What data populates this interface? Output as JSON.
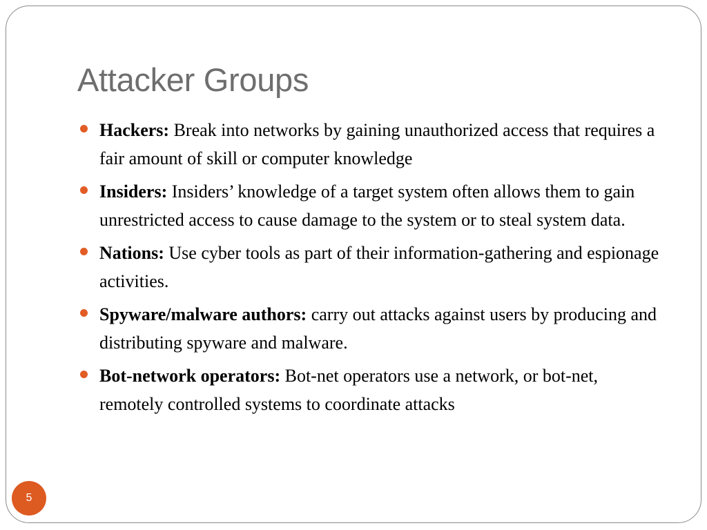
{
  "slide": {
    "title": "Attacker Groups",
    "page_number": "5",
    "accent_color": "#e25d26",
    "bullets": [
      {
        "term": "Hackers:",
        "text": "Break into networks by gaining unauthorized access that requires a fair amount of skill or computer knowledge"
      },
      {
        "term": "Insiders:",
        "text": "Insiders’ knowledge of a target system often allows them to gain unrestricted access to cause damage to the system or to steal system data."
      },
      {
        "term": "Nations:",
        "text": "Use cyber tools as part of their information-gathering and espionage activities."
      },
      {
        "term": "Spyware/malware authors:",
        "text": "carry out attacks against users by producing and distributing spyware and malware."
      },
      {
        "term": "Bot-network operators:",
        "text": "Bot-net operators use a network, or bot-net, remotely controlled systems to coordinate attacks"
      }
    ]
  }
}
